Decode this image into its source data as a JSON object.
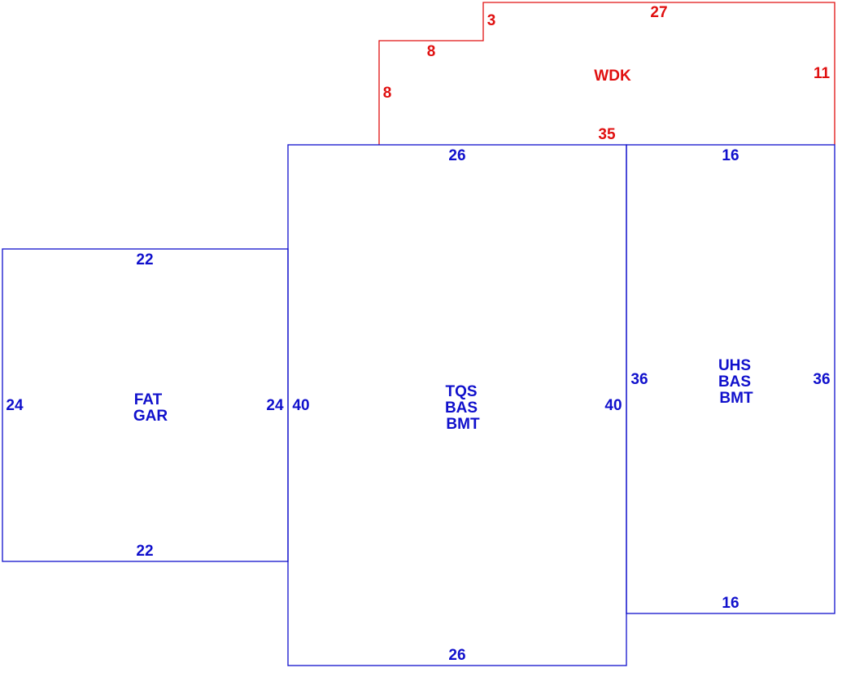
{
  "colors": {
    "deck": "#e01010",
    "building": "#1010cc",
    "background": "#ffffff"
  },
  "deck": {
    "name": "WDK",
    "dims": {
      "step_riser": "3",
      "top": "27",
      "upper_left": "8",
      "left": "8",
      "right": "11",
      "bottom": "35"
    }
  },
  "garage": {
    "labels": [
      "FAT",
      "GAR"
    ],
    "dims": {
      "top": "22",
      "bottom": "22",
      "left": "24",
      "right": "24"
    }
  },
  "main": {
    "labels": [
      "TQS",
      "BAS",
      "BMT"
    ],
    "dims": {
      "top": "26",
      "bottom": "26",
      "left": "40",
      "right": "40"
    }
  },
  "wing": {
    "labels": [
      "UHS",
      "BAS",
      "BMT"
    ],
    "dims": {
      "top": "16",
      "bottom": "16",
      "left": "36",
      "right": "36"
    }
  }
}
